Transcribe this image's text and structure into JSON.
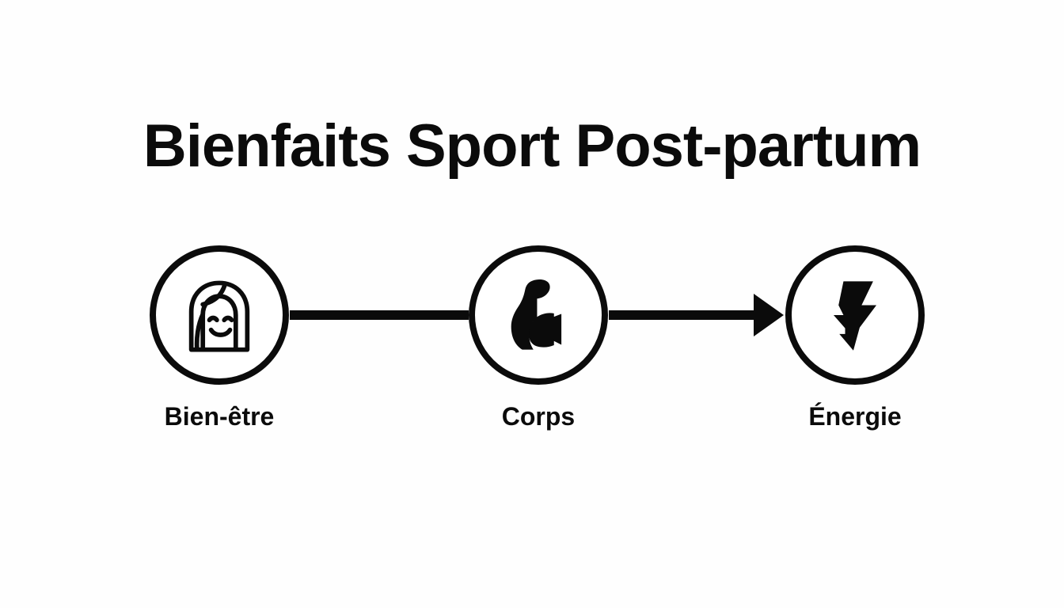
{
  "page": {
    "background_color": "#fefefe",
    "ink_color": "#0b0b0b"
  },
  "title": {
    "text": "Bienfaits Sport Post-partum"
  },
  "diagram": {
    "type": "horizontal-flow",
    "nodes": [
      {
        "id": "bien-etre",
        "label": "Bien-être",
        "icon": "woman-smiling-face-icon",
        "icon_style": "line-art"
      },
      {
        "id": "corps",
        "label": "Corps",
        "icon": "flexed-bicep-icon",
        "icon_style": "solid"
      },
      {
        "id": "energie",
        "label": "Énergie",
        "icon": "lightning-bolt-icon",
        "icon_style": "solid"
      }
    ],
    "connectors": [
      {
        "from": "bien-etre",
        "to": "corps",
        "arrowhead": false
      },
      {
        "from": "corps",
        "to": "energie",
        "arrowhead": true
      }
    ]
  }
}
